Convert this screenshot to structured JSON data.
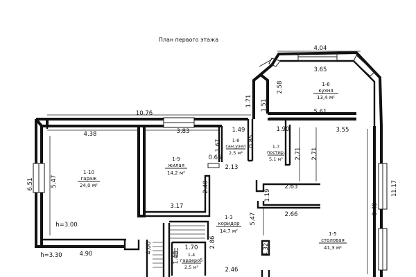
{
  "title": "План первого этажа",
  "dimensions": {
    "top_right": "4.04",
    "top_right_inner": "3.65",
    "d_10_76": "10.76",
    "d_4_38": "4.38",
    "d_3_83": "3.83",
    "d_1_49": "1.49",
    "d_1_90": "1.90",
    "d_3_55": "3.55",
    "d_5_61": "5.61",
    "d_1_71": "1.71",
    "d_1_51": "1.51",
    "d_2_58": "2.58",
    "d_6_51": "6.51",
    "d_5_47_left": "5.47",
    "d_1_67": "1.67",
    "d_0_65": "0.65",
    "d_0_85": "0.85",
    "d_2_13": "2.13",
    "d_2_71_a": "2.71",
    "d_2_71_b": "2.71",
    "d_2_40": "2.40",
    "d_2_63": "2.63",
    "d_1_19": "1.19",
    "d_3_17": "3.17",
    "d_2_66": "2.66",
    "d_5_47_mid": "5.47",
    "d_8_48": "8.48",
    "d_11_17": "11.17",
    "d_h_3_00": "h=3.00",
    "d_h_3_30": "h=3.30",
    "d_4_90": "4.90",
    "d_1_70": "1.70",
    "d_2_86": "2.86",
    "d_4_00": "4.00",
    "d_4_32": "4.32",
    "d_1_48": "1.48",
    "d_2_46": "2.46"
  },
  "rooms": [
    {
      "num": "1-6",
      "name": "кухня",
      "area": "13,4 м²"
    },
    {
      "num": "1-8",
      "name": "сан.узел",
      "area": "2,5 м²"
    },
    {
      "num": "1-7",
      "name": "постир.",
      "area": "5,1 м²"
    },
    {
      "num": "1-9",
      "name": "жилая",
      "area": "14,2 м²"
    },
    {
      "num": "1-10",
      "name": "гараж",
      "area": "24,0 м²"
    },
    {
      "num": "1-3",
      "name": "коридор",
      "area": "14,7 м²"
    },
    {
      "num": "1-5",
      "name": "столовая",
      "area": "41,3 м²"
    },
    {
      "num": "1-4",
      "name": "гардероб",
      "area": "2,5 м²"
    }
  ]
}
